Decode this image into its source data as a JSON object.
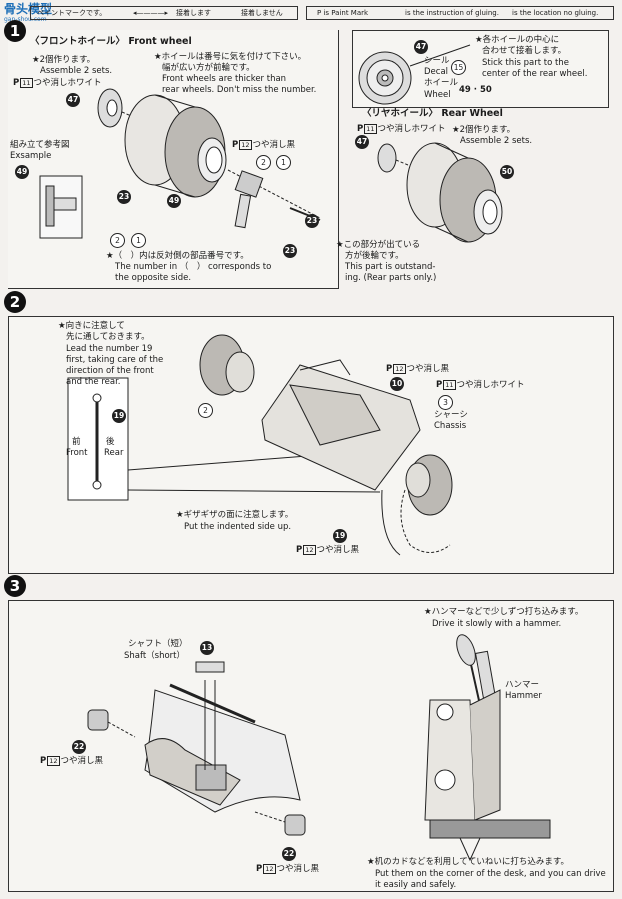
{
  "watermark": {
    "text": "骨头模型",
    "url": "gan-shou.com"
  },
  "legend_left": {
    "mark": "ペイントマークです。",
    "glue": "接着します",
    "noglue": "接着しません"
  },
  "legend_right": {
    "paint": "P is Paint Mark",
    "glue": "is the instruction of gluing.",
    "noglue": "is the location no gluing."
  },
  "step1": {
    "number": "1",
    "front_title_jp": "〈フロントホイール〉",
    "front_title_en": "Front wheel",
    "make2_jp": "★2個作ります。",
    "make2_en": "Assemble 2 sets.",
    "paint1_code": "P",
    "paint1_num": "11",
    "paint1_jp": "つや消しホワイト",
    "part47a": "47",
    "note_wheel_jp1": "★ホイールは番号に気を付けて下さい。",
    "note_wheel_jp2": "幅が広い方が前輪です。",
    "note_wheel_en1": "Front wheels are thicker than",
    "note_wheel_en2": "rear wheels. Don't miss the number.",
    "paint2_code": "P",
    "paint2_num": "12",
    "paint2_jp": "つや消し黒",
    "part2": "2",
    "part1": "1",
    "part49": "49",
    "part23a": "23",
    "part23b": "23",
    "example_jp": "組み立て参考図",
    "example_en": "Exsample",
    "ex_part49": "49",
    "ex_part23": "23",
    "ex_part2": "2",
    "ex_part1": "1",
    "opp_jp": "★（　）内は反対側の部品番号です。",
    "opp_en1": "The number in （　） corresponds to",
    "opp_en2": "the opposite side.",
    "decal_part47": "47",
    "decal_jp": "シール",
    "decal_en": "Decal",
    "decal_num": "15",
    "wheel_jp": "ホイール",
    "wheel_en": "Wheel",
    "wheel_parts": "49 · 50",
    "center_jp1": "★各ホイールの中心に",
    "center_jp2": "合わせて接着します。",
    "center_en1": "Stick this part to the",
    "center_en2": "center of the rear wheel.",
    "rear_title_jp": "〈リヤホイール〉",
    "rear_title_en": "Rear Wheel",
    "rear_paint_code": "P",
    "rear_paint_num": "11",
    "rear_paint_jp": "つや消しホワイト",
    "rear_make2_jp": "★2個作ります。",
    "rear_make2_en": "Assemble 2 sets.",
    "rear_part47": "47",
    "rear_part50": "50",
    "outstand_jp1": "★この部分が出ている",
    "outstand_jp2": "方が後輪です。",
    "outstand_en1": "This part is outstand-",
    "outstand_en2": "ing. (Rear parts only.)"
  },
  "step2": {
    "number": "2",
    "dir_jp1": "★向きに注意して",
    "dir_jp2": "先に通しておきます。",
    "dir_en1": "Lead the number 19",
    "dir_en2": "first, taking care of the",
    "dir_en3": "direction of the front",
    "dir_en4": "and the rear.",
    "part19": "19",
    "front_jp": "前",
    "front_en": "Front",
    "rear_jp": "後",
    "rear_en": "Rear",
    "part2": "2",
    "paint_a_code": "P",
    "paint_a_num": "12",
    "paint_a_jp": "つや消し黒",
    "part10": "10",
    "paint_b_code": "P",
    "paint_b_num": "11",
    "paint_b_jp": "つや消しホワイト",
    "part3": "3",
    "chassis_jp": "シャーシ",
    "chassis_en": "Chassis",
    "indent_jp": "★ギザギザの面に注意します。",
    "indent_en": "Put the indented side up.",
    "part19b": "19",
    "paint_c_code": "P",
    "paint_c_num": "12",
    "paint_c_jp": "つや消し黒"
  },
  "step3": {
    "number": "3",
    "shaft_jp": "シャフト（短）",
    "shaft_en": "Shaft（short）",
    "part13": "13",
    "part22a": "22",
    "paint_a_code": "P",
    "paint_a_num": "12",
    "paint_a_jp": "つや消し黒",
    "part22b": "22",
    "paint_b_code": "P",
    "paint_b_num": "12",
    "paint_b_jp": "つや消し黒",
    "hammer_jp1": "★ハンマーなどで少しずつ打ち込みます。",
    "hammer_en1": "Drive it slowly with a hammer.",
    "hammer_jp": "ハンマー",
    "hammer_en": "Hammer",
    "desk_jp": "★机のカドなどを利用してていねいに打ち込みます。",
    "desk_en1": "Put them on the corner of the desk, and you can drive",
    "desk_en2": "it easily and safely."
  }
}
